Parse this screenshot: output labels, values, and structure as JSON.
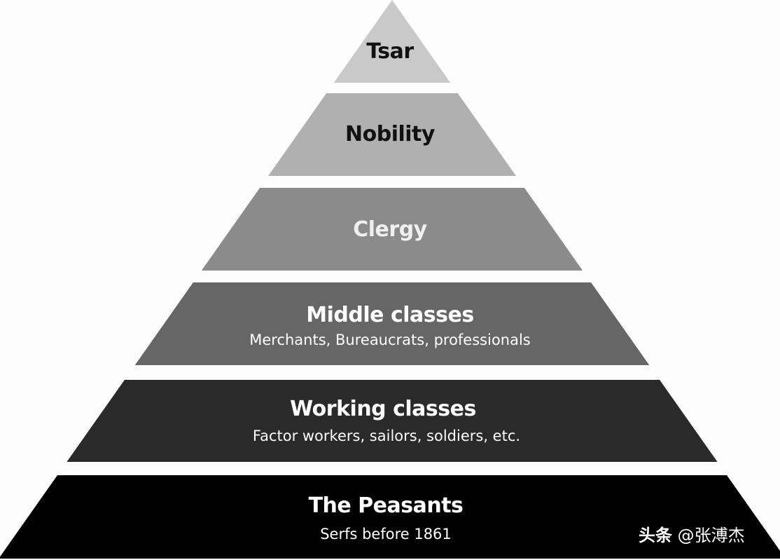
{
  "tiers": [
    {
      "title": "Tsar",
      "subtitle": "",
      "color": "#c9c9c9",
      "text_color": "dark"
    },
    {
      "title": "Nobility",
      "subtitle": "",
      "color": "#b0b0b0",
      "text_color": "dark"
    },
    {
      "title": "Clergy",
      "subtitle": "",
      "color": "#8b8b8b",
      "text_color": "light"
    },
    {
      "title": "Middle classes",
      "subtitle": "Merchants, Bureaucrats, professionals",
      "color": "#666666",
      "text_color": "light"
    },
    {
      "title": "Working classes",
      "subtitle": "Factor workers, sailors, soldiers, etc.",
      "color": "#2a2a2a",
      "text_color": "light"
    },
    {
      "title": "The Peasants",
      "subtitle": "Serfs before 1861",
      "color": "#000000",
      "text_color": "light"
    }
  ],
  "watermark": {
    "brand": "头条",
    "handle": "@张溥杰"
  }
}
